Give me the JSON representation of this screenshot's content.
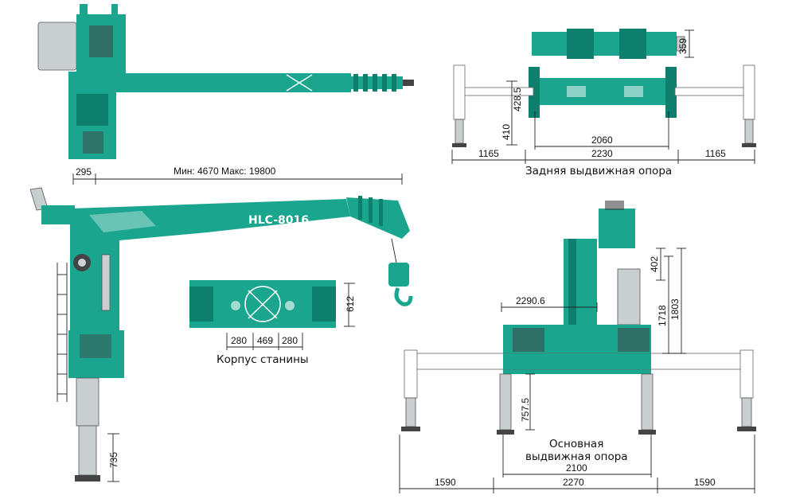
{
  "model_name": "HLC-8016",
  "boom_reach": "Мин: 4670 Макс: 19800",
  "captions": {
    "rear_outrigger": "Задняя выдвижная опора",
    "base_frame": "Корпус станины",
    "main_outrigger_line1": "Основная",
    "main_outrigger_line2": "выдвижная опора"
  },
  "dimensions": {
    "base_offset": "295",
    "top_view_height": "359",
    "rear_428": "428.5",
    "rear_410": "410",
    "rear_2060": "2060",
    "rear_1165_left": "1165",
    "rear_2230": "2230",
    "rear_1165_right": "1165",
    "frame_612": "612",
    "frame_280_left": "280",
    "frame_469": "469",
    "frame_280_right": "280",
    "main_402": "402",
    "main_2290": "2290.6",
    "main_1718": "1718",
    "main_1803": "1803",
    "main_757": "757.5",
    "main_2100": "2100",
    "main_1590_left": "1590",
    "main_2270": "2270",
    "main_1590_right": "1590",
    "side_735": "735"
  },
  "colors": {
    "crane_body": "#1aa58f",
    "crane_dark": "#0f7f6d",
    "outline": "#222222",
    "leg_gray": "#c9ced0"
  }
}
